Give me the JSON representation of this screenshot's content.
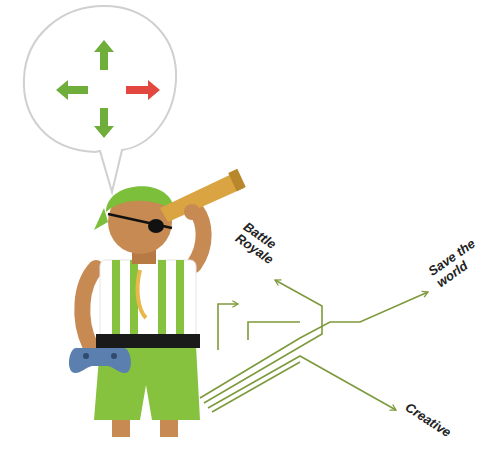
{
  "diagram": {
    "labels": [
      "Battle Royale",
      "Save the world",
      "Creative"
    ]
  }
}
